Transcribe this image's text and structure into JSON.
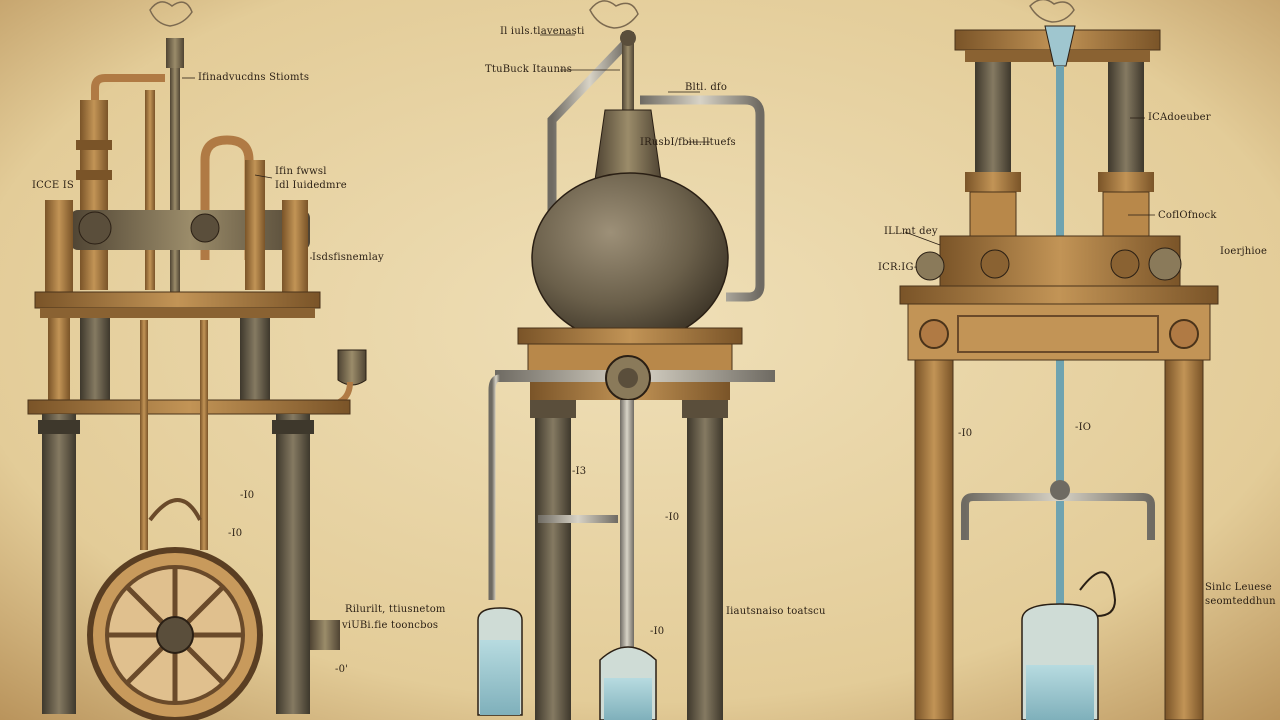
{
  "colors": {
    "parchment": "#e8d5a8",
    "parchment_edge": "#b8925a",
    "ink": "#2a1f14",
    "wood": "#a7783f",
    "wood_dark": "#5a3e22",
    "stone": "#6f6552",
    "brass": "#8a7a5a",
    "copper": "#b07a44",
    "water": "#9fc6cf",
    "glass": "#cfdcd6"
  },
  "labels": {
    "left_top": "Ifinadvucdns Stiomts",
    "left_mid1": "Ifin fwwsl",
    "left_mid2": "Idl Iuidedmre",
    "left_side": "ICCE IS",
    "left_right": "Isdsfisnemlay",
    "left_bottom1": "Rilurilt, ttiusnetom",
    "left_bottom2": "viUBi.fie tooncbos",
    "left_tick1": "-I0",
    "left_tick2": "-I0",
    "left_tick3": "-0'",
    "center_top": "Il iuls.tlavenasti",
    "center_left": "TtuBuck Itaunns",
    "center_pipe": "Bltl. dfo",
    "center_bulb": "IRusbI/fbiu.Iltuefs",
    "center_bottom": "Iiautsnaiso toatscu",
    "center_tick1": "-I3",
    "center_tick2": "-I0",
    "center_tick3": "-I0",
    "right_top": "ICAdoeuber",
    "right_mid": "CoflOfnock",
    "right_side": "ILLmt dey",
    "right_side2": "ICR:IG-",
    "right_far": "Ioerjhioe",
    "right_bottom1": "Sinlc Leuese",
    "right_bottom2": "seomteddhun",
    "right_tick1": "-I0",
    "right_tick2": "-IO"
  }
}
